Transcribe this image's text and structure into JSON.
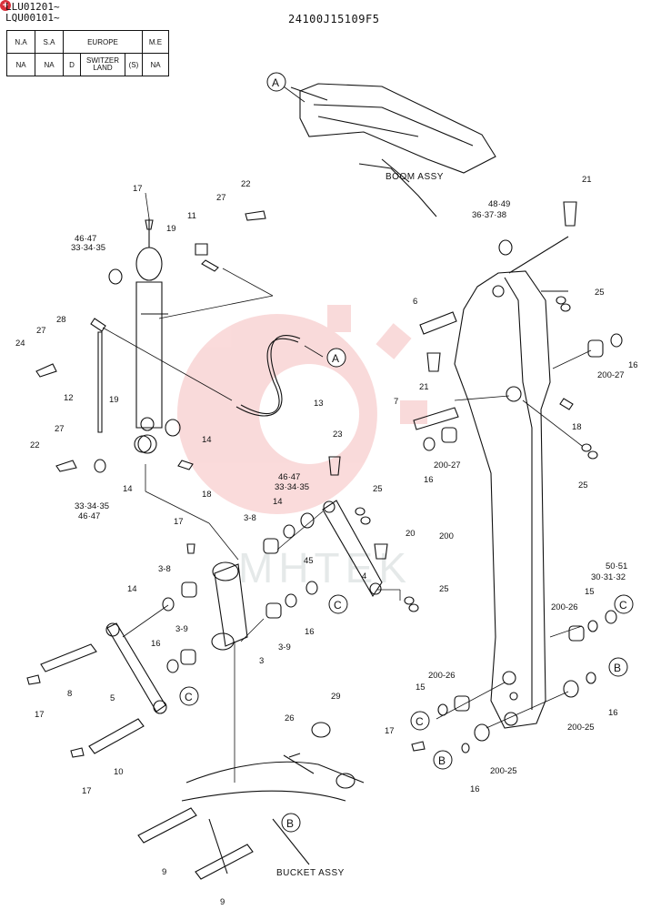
{
  "header": {
    "serial_lines": [
      "LLU01201~",
      "LQU00101~"
    ],
    "part_number": "24100J15109F5"
  },
  "region_table": {
    "headers": [
      "N.A",
      "S.A",
      "EUROPE",
      "M.E"
    ],
    "row": [
      "NA",
      "NA",
      "D",
      "SWITZER LAND",
      "(S)",
      "NA"
    ]
  },
  "assemblies": {
    "boom": "BOOM ASSY",
    "bucket": "BUCKET ASSY"
  },
  "watermark": "MHTEK",
  "callouts": {
    "a": "A",
    "b": "B",
    "c": "C"
  },
  "labels": {
    "l17a": "17",
    "l22a": "22",
    "l27a": "27",
    "l11": "11",
    "l19a": "19",
    "l4647a": "46·47",
    "l333435a": "33·34·35",
    "l28": "28",
    "l27b": "27",
    "l24": "24",
    "l12": "12",
    "l19b": "19",
    "l27c": "27",
    "l22b": "22",
    "l333435b": "33·34·35",
    "l4647b": "46·47",
    "l14a": "14",
    "l14b": "14",
    "l18a": "18",
    "l13": "13",
    "l23": "23",
    "l4647c": "46·47",
    "l333435c": "33·34·35",
    "l14c": "14",
    "l25a": "25",
    "l20": "20",
    "l45": "45",
    "l4": "4",
    "l25b": "25",
    "l17b": "17",
    "l38a": "3-8",
    "l38b": "3-8",
    "l14d": "14",
    "l39a": "3-9",
    "l16a": "16",
    "l3": "3",
    "l16b": "16",
    "l39b": "3-9",
    "l17c": "17",
    "l8": "8",
    "l5": "5",
    "l17d": "17",
    "l10": "10",
    "l26": "26",
    "l29": "29",
    "l9a": "9",
    "l9b": "9",
    "l21a": "21",
    "l4849": "48·49",
    "l363738": "36·37·38",
    "l25c": "25",
    "l6": "6",
    "l21b": "21",
    "l16c": "16",
    "l20027a": "200-27",
    "l7": "7",
    "l18b": "18",
    "l16d": "16",
    "l20027b": "200-27",
    "l25d": "25",
    "l200": "200",
    "l5051": "50·51",
    "l303132": "30·31·32",
    "l15a": "15",
    "l20026a": "200-26",
    "l20026b": "200-26",
    "l15b": "15",
    "l17e": "17",
    "l16e": "16",
    "l20025a": "200-25",
    "l16f": "16",
    "l20025b": "200-25"
  }
}
